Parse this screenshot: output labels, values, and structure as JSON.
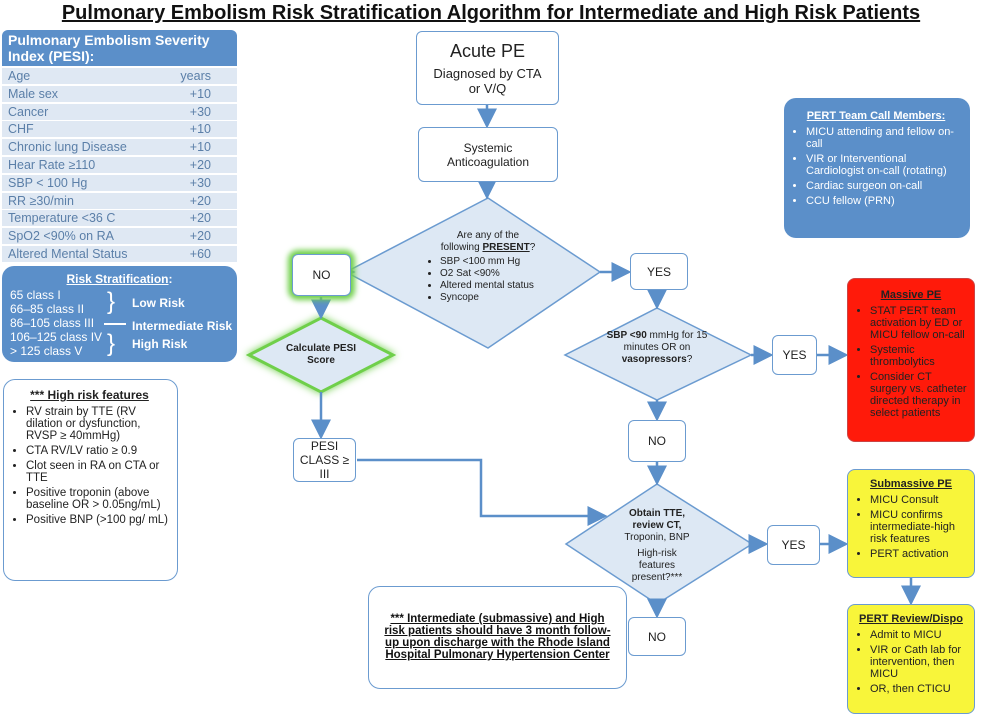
{
  "title": "Pulmonary Embolism Risk Stratification Algorithm for Intermediate and High Risk Patients",
  "pesi": {
    "title": "Pulmonary Embolism Severity Index (PESI):",
    "rows": [
      [
        "Age",
        "years"
      ],
      [
        "Male sex",
        "+10"
      ],
      [
        "Cancer",
        "+30"
      ],
      [
        "CHF",
        "+10"
      ],
      [
        "Chronic lung Disease",
        "+10"
      ],
      [
        "Hear Rate ≥110",
        "+20"
      ],
      [
        "SBP < 100 Hg",
        "+30"
      ],
      [
        "RR ≥30/min",
        "+20"
      ],
      [
        "Temperature <36 C",
        "+20"
      ],
      [
        "SpO2 <90% on RA",
        "+20"
      ],
      [
        "Altered Mental Status",
        "+60"
      ]
    ]
  },
  "risk": {
    "title": "Risk Stratification",
    "classes": [
      "65 class I",
      "66–85 class II",
      "86–105 class III",
      "106–125 class IV",
      "> 125 class V"
    ],
    "low": "Low Risk",
    "intermediate": "Intermediate Risk",
    "high": "High Risk"
  },
  "features": {
    "title": "*** High risk features",
    "items": [
      "RV strain by TTE (RV dilation or dysfunction, RVSP ≥ 40mmHg)",
      "CTA RV/LV ratio ≥ 0.9",
      "Clot seen in RA on CTA or TTE",
      "Positive troponin (above baseline OR > 0.05ng/mL)",
      "Positive BNP (>100 pg/ mL)"
    ]
  },
  "acute": {
    "title": "Acute PE",
    "sub": "Diagnosed by CTA or V/Q"
  },
  "anticoag": "Systemic Anticoagulation",
  "q1": {
    "line1": "Are any of the",
    "line2a": "following ",
    "line2b": "PRESENT",
    "line2c": "?",
    "items": [
      "SBP <100 mm Hg",
      "O2 Sat <90%",
      "Altered mental status",
      "Syncope"
    ]
  },
  "no1": "NO",
  "yes1": "YES",
  "calc": "Calculate PESI Score",
  "pesi_class": "PESI CLASS ≥ III",
  "q2": {
    "a": "SBP <90",
    "b": " mmHg for 15 minutes OR on",
    "c": "vasopressors",
    "d": "?"
  },
  "yes2": "YES",
  "no2": "NO",
  "q3": {
    "a": "Obtain TTE, review CT,",
    "b": "Troponin, BNP",
    "c": "High-risk features present?***"
  },
  "yes3": "YES",
  "no3": "NO",
  "footnote": "*** Intermediate (submassive) and High risk patients should have 3 month follow-up upon discharge with the Rhode Island Hospital Pulmonary Hypertension Center",
  "pert_team": {
    "title": "PERT Team Call Members:",
    "items": [
      "MICU attending and fellow on-call",
      "VIR or Interventional Cardiologist on-call (rotating)",
      "Cardiac surgeon on-call",
      "CCU fellow (PRN)"
    ]
  },
  "massive": {
    "title": "Massive PE",
    "items": [
      "STAT PERT team activation by ED or MICU fellow on-call",
      "Systemic thrombolytics",
      "Consider CT surgery vs. catheter directed therapy in select patients"
    ]
  },
  "submassive": {
    "title": "Submassive PE",
    "items": [
      "MICU Consult",
      "MICU confirms intermediate-high risk features",
      "PERT activation"
    ]
  },
  "review": {
    "title": "PERT Review/Dispo",
    "items": [
      "Admit to MICU",
      "VIR or Cath lab for intervention, then MICU",
      "OR, then CTICU"
    ]
  },
  "colors": {
    "blue": "#5b8fc9",
    "red": "#ff1a0a",
    "yellow": "#f8f53a",
    "green": "#6fcf4a"
  }
}
